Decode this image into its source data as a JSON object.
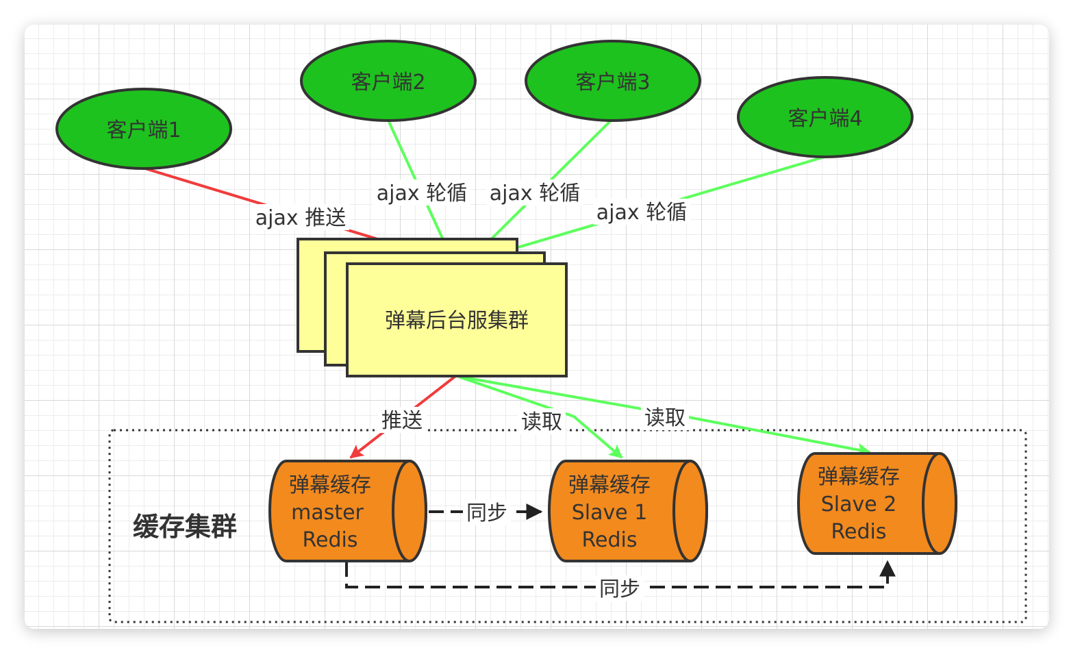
{
  "clients": [
    {
      "label": "客户端1"
    },
    {
      "label": "客户端2"
    },
    {
      "label": "客户端3"
    },
    {
      "label": "客户端4"
    }
  ],
  "server": {
    "label": "弹幕后台服集群"
  },
  "edges": {
    "push_ajax": "ajax 推送",
    "poll_2": "ajax 轮循",
    "poll_3": "ajax 轮循",
    "poll_4": "ajax 轮循",
    "push": "推送",
    "read_1": "读取",
    "read_2": "读取",
    "sync_1": "同步",
    "sync_2": "同步"
  },
  "cache_cluster": {
    "title": "缓存集群",
    "master": {
      "line1": "弹幕缓存",
      "line2": "master",
      "line3": "Redis"
    },
    "slave1": {
      "line1": "弹幕缓存",
      "line2": "Slave 1",
      "line3": "Redis"
    },
    "slave2": {
      "line1": "弹幕缓存",
      "line2": "Slave 2",
      "line3": "Redis"
    }
  },
  "colors": {
    "client_fill": "#1ec21e",
    "server_fill": "#ffff99",
    "redis_fill": "#f28a1e",
    "push_line": "#f03c3c",
    "read_line": "#5dff5d",
    "outline": "#333333"
  }
}
